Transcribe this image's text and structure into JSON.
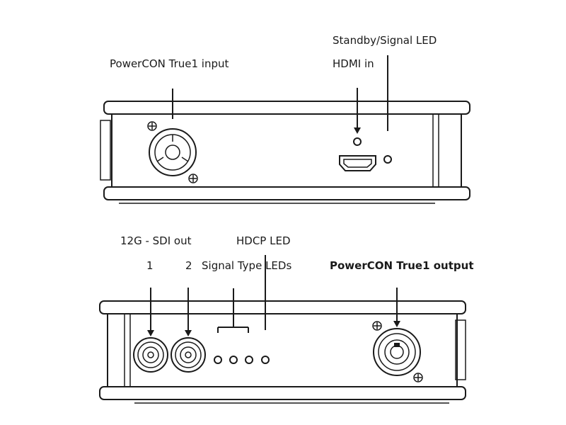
{
  "top_panel": {
    "labels": {
      "power_input": "PowerCON True1 input",
      "standby_led": "Standby/Signal LED",
      "hdmi_in": "HDMI in"
    }
  },
  "bottom_panel": {
    "labels": {
      "sdi_out": "12G - SDI out",
      "sdi_1": "1",
      "sdi_2": "2",
      "signal_type_leds": "Signal Type LEDs",
      "hdcp_led": "HDCP LED",
      "power_output": "PowerCON True1 output"
    }
  }
}
